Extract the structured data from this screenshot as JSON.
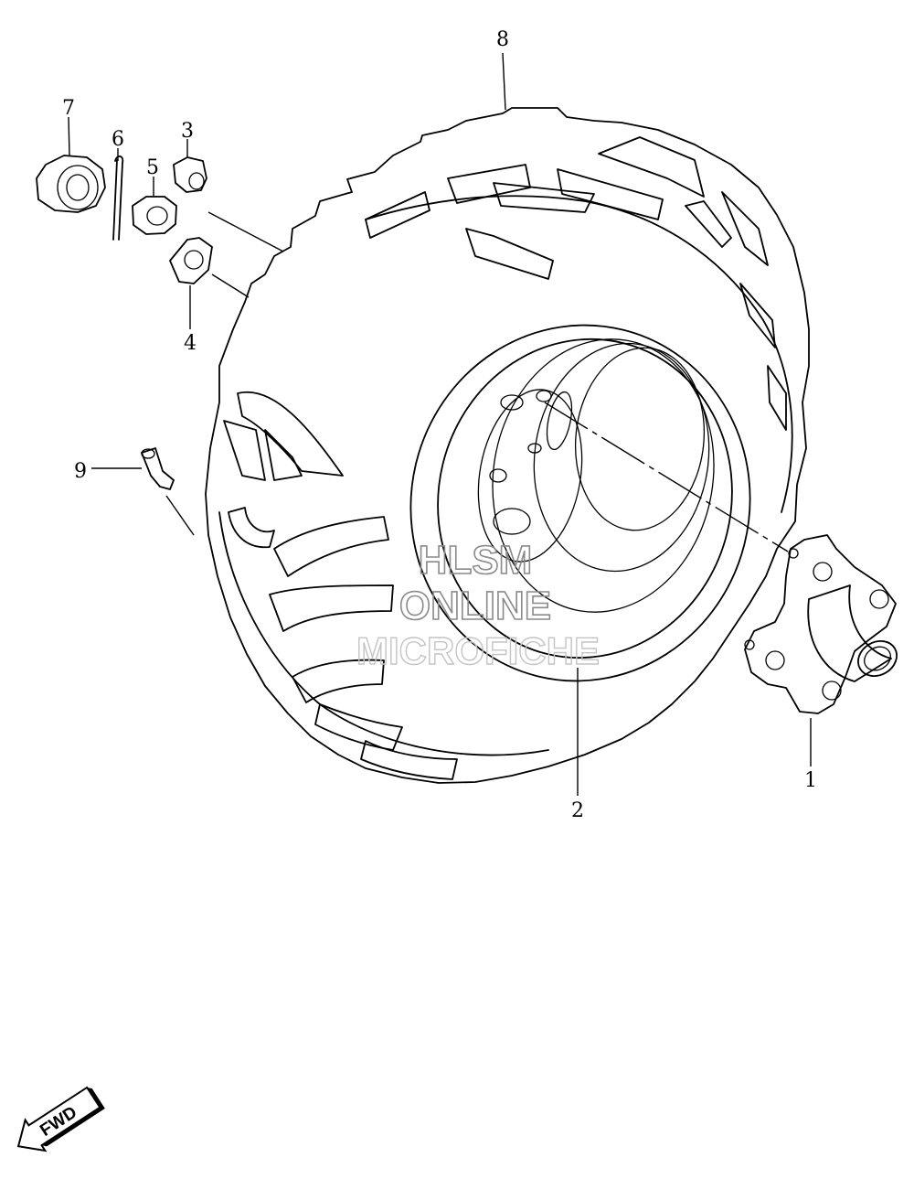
{
  "callouts": [
    {
      "id": "1",
      "label": "1"
    },
    {
      "id": "2",
      "label": "2"
    },
    {
      "id": "3",
      "label": "3"
    },
    {
      "id": "4",
      "label": "4"
    },
    {
      "id": "5",
      "label": "5"
    },
    {
      "id": "6",
      "label": "6"
    },
    {
      "id": "7",
      "label": "7"
    },
    {
      "id": "8",
      "label": "8"
    },
    {
      "id": "9",
      "label": "9"
    }
  ],
  "watermark": {
    "line1": "HLSM",
    "line2": "ONLINE",
    "line3": "MICROFICHE",
    "color": "#8a8a8a"
  },
  "direction_badge": {
    "label": "FWD"
  }
}
